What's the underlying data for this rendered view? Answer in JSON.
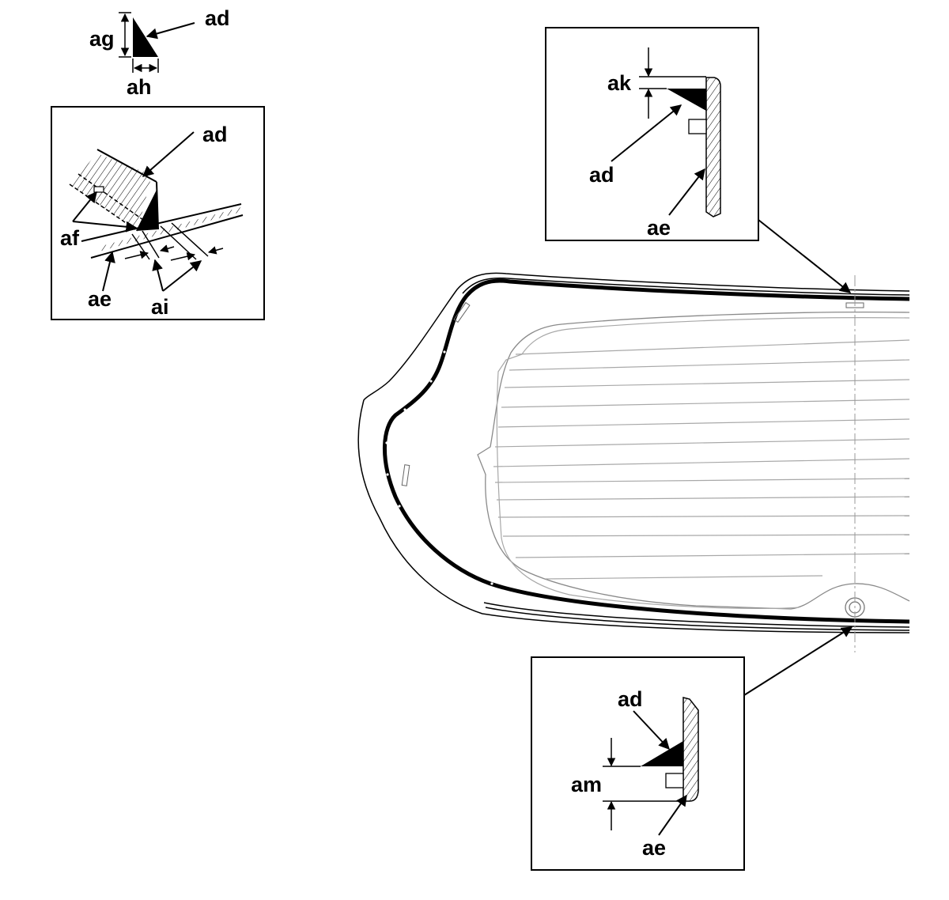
{
  "labels": {
    "top_adhesive": "ad",
    "top_height": "ag",
    "top_width": "ah",
    "detail_adhesive": "ad",
    "detail_spacer": "af",
    "detail_glass": "ae",
    "detail_gap": "ai",
    "upper_offset": "ak",
    "upper_adhesive": "ad",
    "upper_glass": "ae",
    "lower_adhesive": "ad",
    "lower_offset": "am",
    "lower_glass": "ae"
  }
}
